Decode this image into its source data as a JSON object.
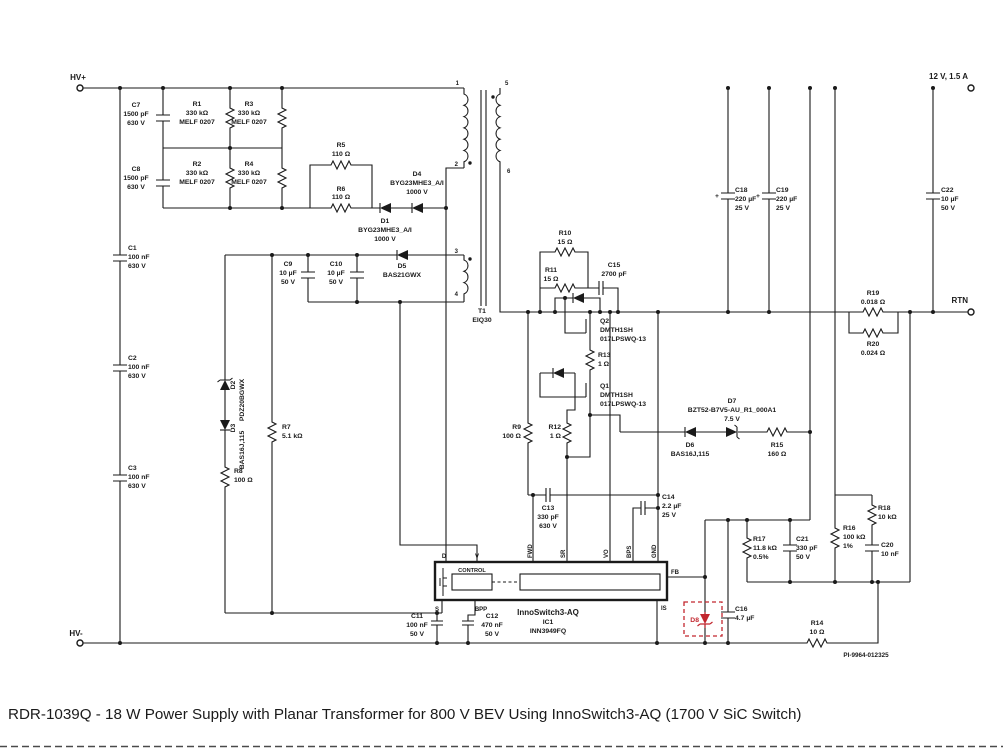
{
  "title": "RDR-1039Q - 18 W Power Supply with Planar Transformer for 800 V BEV Using InnoSwitch3-AQ (1700 V SiC Switch)",
  "doc_number": "PI-9964-012325",
  "terminals": {
    "hv_plus": "HV+",
    "hv_minus": "HV-",
    "output": "12 V, 1.5 A",
    "rtn": "RTN"
  },
  "transformer": {
    "ref": "T1",
    "core": "EIQ30",
    "pins": {
      "p1": "1",
      "p2": "2",
      "p3": "3",
      "p4": "4",
      "p5": "5",
      "p6": "6"
    }
  },
  "ic": {
    "name": "InnoSwitch3-AQ",
    "ref": "IC1",
    "part": "INN3949FQ",
    "control_label": "CONTROL",
    "pins": {
      "d": "D",
      "v": "V",
      "s": "S",
      "bpp": "BPP",
      "fwd": "FWD",
      "sr": "SR",
      "vo": "VO",
      "bps": "BPS",
      "gnd": "GND",
      "fb": "FB",
      "is": "IS"
    }
  },
  "misc": {
    "plus": "+"
  },
  "components": {
    "C1": [
      "C1",
      "100 nF",
      "630 V"
    ],
    "C2": [
      "C2",
      "100 nF",
      "630 V"
    ],
    "C3": [
      "C3",
      "100 nF",
      "630 V"
    ],
    "C7": [
      "C7",
      "1500 pF",
      "630 V"
    ],
    "C8": [
      "C8",
      "1500 pF",
      "630 V"
    ],
    "R1": [
      "R1",
      "330 kΩ",
      "MELF 0207"
    ],
    "R2": [
      "R2",
      "330 kΩ",
      "MELF 0207"
    ],
    "R3": [
      "R3",
      "330 kΩ",
      "MELF 0207"
    ],
    "R4": [
      "R4",
      "330 kΩ",
      "MELF 0207"
    ],
    "R5": [
      "R5",
      "110 Ω"
    ],
    "R6": [
      "R6",
      "110 Ω"
    ],
    "D1": [
      "D1",
      "BYG23MHE3_A/I",
      "1000 V"
    ],
    "D4": [
      "D4",
      "BYG23MHE3_A/I",
      "1000 V"
    ],
    "D5": [
      "D5",
      "BAS21GWX"
    ],
    "C9": [
      "C9",
      "10 µF",
      "50 V"
    ],
    "C10": [
      "C10",
      "10 µF",
      "50 V"
    ],
    "D2": [
      "D2",
      "PDZ20BGWX"
    ],
    "D3": [
      "D3",
      "BAS16J,115"
    ],
    "R7": [
      "R7",
      "5.1 kΩ"
    ],
    "R8": [
      "R8",
      "100 Ω"
    ],
    "C11": [
      "C11",
      "100 nF",
      "50 V"
    ],
    "C12": [
      "C12",
      "470 nF",
      "50 V"
    ],
    "R9": [
      "R9",
      "100 Ω"
    ],
    "R10": [
      "R10",
      "15 Ω"
    ],
    "R11": [
      "R11",
      "15 Ω"
    ],
    "C15": [
      "C15",
      "2700 pF"
    ],
    "Q1": [
      "Q1",
      "DMTH1SH",
      "017LPSWQ-13"
    ],
    "Q2": [
      "Q2",
      "DMTH1SH",
      "017LPSWQ-13"
    ],
    "R12": [
      "R12",
      "1 Ω"
    ],
    "R13": [
      "R13",
      "1 Ω"
    ],
    "C13": [
      "C13",
      "330 pF",
      "630 V"
    ],
    "C14": [
      "C14",
      "2.2 µF",
      "25 V"
    ],
    "D6": [
      "D6",
      "BAS16J,115"
    ],
    "D7": [
      "D7",
      "BZT52-B7V5-AU_R1_000A1",
      "7.5 V"
    ],
    "R15": [
      "R15",
      "160 Ω"
    ],
    "C18": [
      "C18",
      "220 µF",
      "25 V"
    ],
    "C19": [
      "C19",
      "220 µF",
      "25 V"
    ],
    "C22": [
      "C22",
      "10 µF",
      "50 V"
    ],
    "R19": [
      "R19",
      "0.018 Ω"
    ],
    "R20": [
      "R20",
      "0.024 Ω"
    ],
    "R16": [
      "R16",
      "100 kΩ",
      "1%"
    ],
    "R17": [
      "R17",
      "11.8 kΩ",
      "0.5%"
    ],
    "R18": [
      "R18",
      "10 kΩ"
    ],
    "C20": [
      "C20",
      "10 nF"
    ],
    "C21": [
      "C21",
      "330 pF",
      "50 V"
    ],
    "C16": [
      "C16",
      "4.7 µF"
    ],
    "R14": [
      "R14",
      "10 Ω"
    ],
    "D8": [
      "D8"
    ]
  }
}
